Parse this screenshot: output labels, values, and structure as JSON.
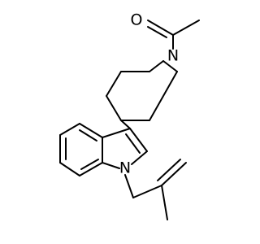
{
  "molecule": {
    "atom_labels": {
      "oxygen": "O",
      "piperidine_nitrogen": "N",
      "indole_nitrogen": "N"
    },
    "colors": {
      "bond": "#000000",
      "label": "#000000",
      "background": "#ffffff"
    }
  }
}
